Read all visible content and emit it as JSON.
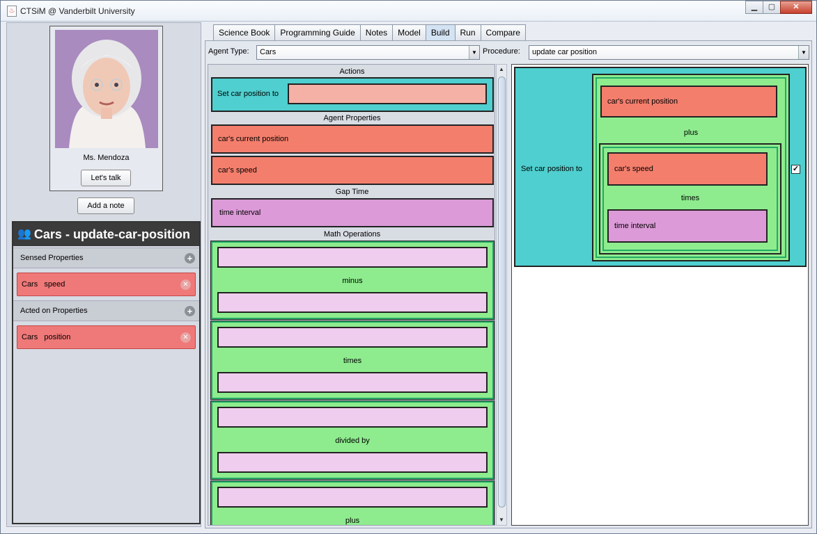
{
  "window": {
    "title": "CTSiM @ Vanderbilt University"
  },
  "left": {
    "teacher_name": "Ms. Mendoza",
    "talk_button": "Let's talk",
    "note_button": "Add a note",
    "procedure_title": "Cars - update-car-position",
    "sensed_header": "Sensed Properties",
    "sensed_item": "Cars   speed",
    "acted_header": "Acted on Properties",
    "acted_item": "Cars   position"
  },
  "tabs": [
    "Science Book",
    "Programming Guide",
    "Notes",
    "Model",
    "Build",
    "Run",
    "Compare"
  ],
  "toolbar": {
    "agent_label": "Agent Type:",
    "agent_value": "Cars",
    "procedure_label": "Procedure:",
    "procedure_value": "update car position"
  },
  "palette": {
    "actions_header": "Actions",
    "set_block": "Set car position to",
    "agent_props_header": "Agent Properties",
    "prop1": "car's current position",
    "prop2": "car's speed",
    "gap_header": "Gap Time",
    "gap_item": "time interval",
    "math_header": "Math Operations",
    "ops": [
      "minus",
      "times",
      "divided by",
      "plus"
    ]
  },
  "canvas": {
    "set_label": "Set car position to",
    "pos": "car's current position",
    "plus": "plus",
    "speed": "car's speed",
    "times": "times",
    "interval": "time interval",
    "check": "✓"
  }
}
